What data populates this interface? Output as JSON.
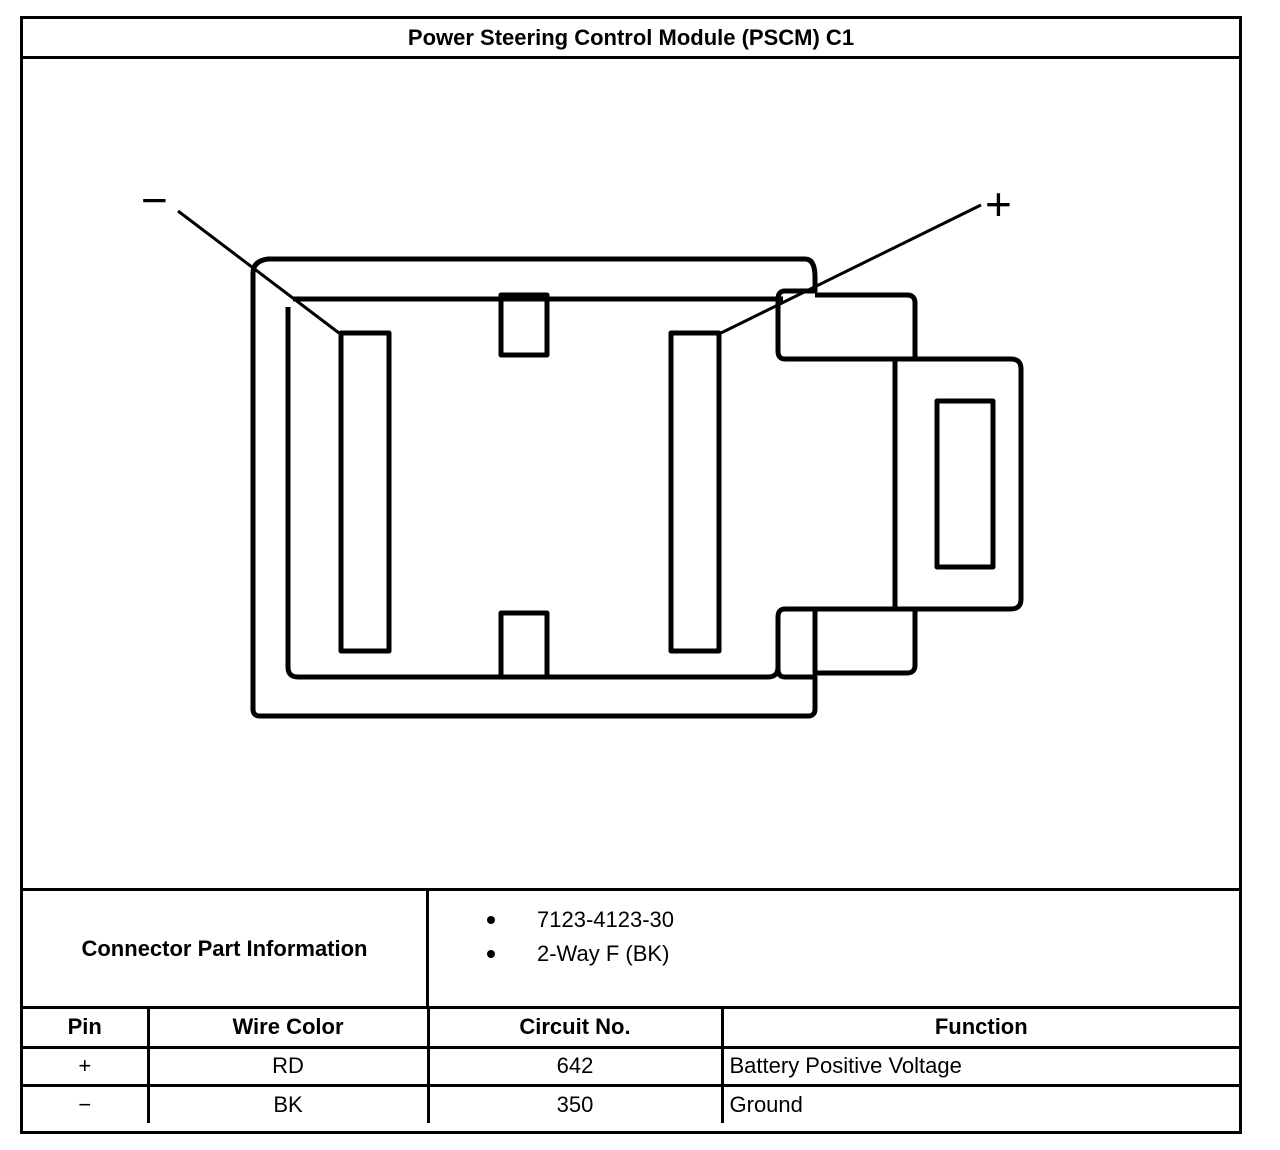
{
  "title": "Power Steering Control Module (PSCM) C1",
  "diagram": {
    "negative_label": "−",
    "positive_label": "+"
  },
  "connector_info": {
    "label": "Connector Part Information",
    "items": [
      "7123-4123-30",
      "2-Way F (BK)"
    ]
  },
  "pin_table": {
    "headers": [
      "Pin",
      "Wire Color",
      "Circuit No.",
      "Function"
    ],
    "rows": [
      {
        "pin": "+",
        "wire_color": "RD",
        "circuit": "642",
        "function": "Battery Positive Voltage"
      },
      {
        "pin": "−",
        "wire_color": "BK",
        "circuit": "350",
        "function": "Ground"
      }
    ]
  }
}
